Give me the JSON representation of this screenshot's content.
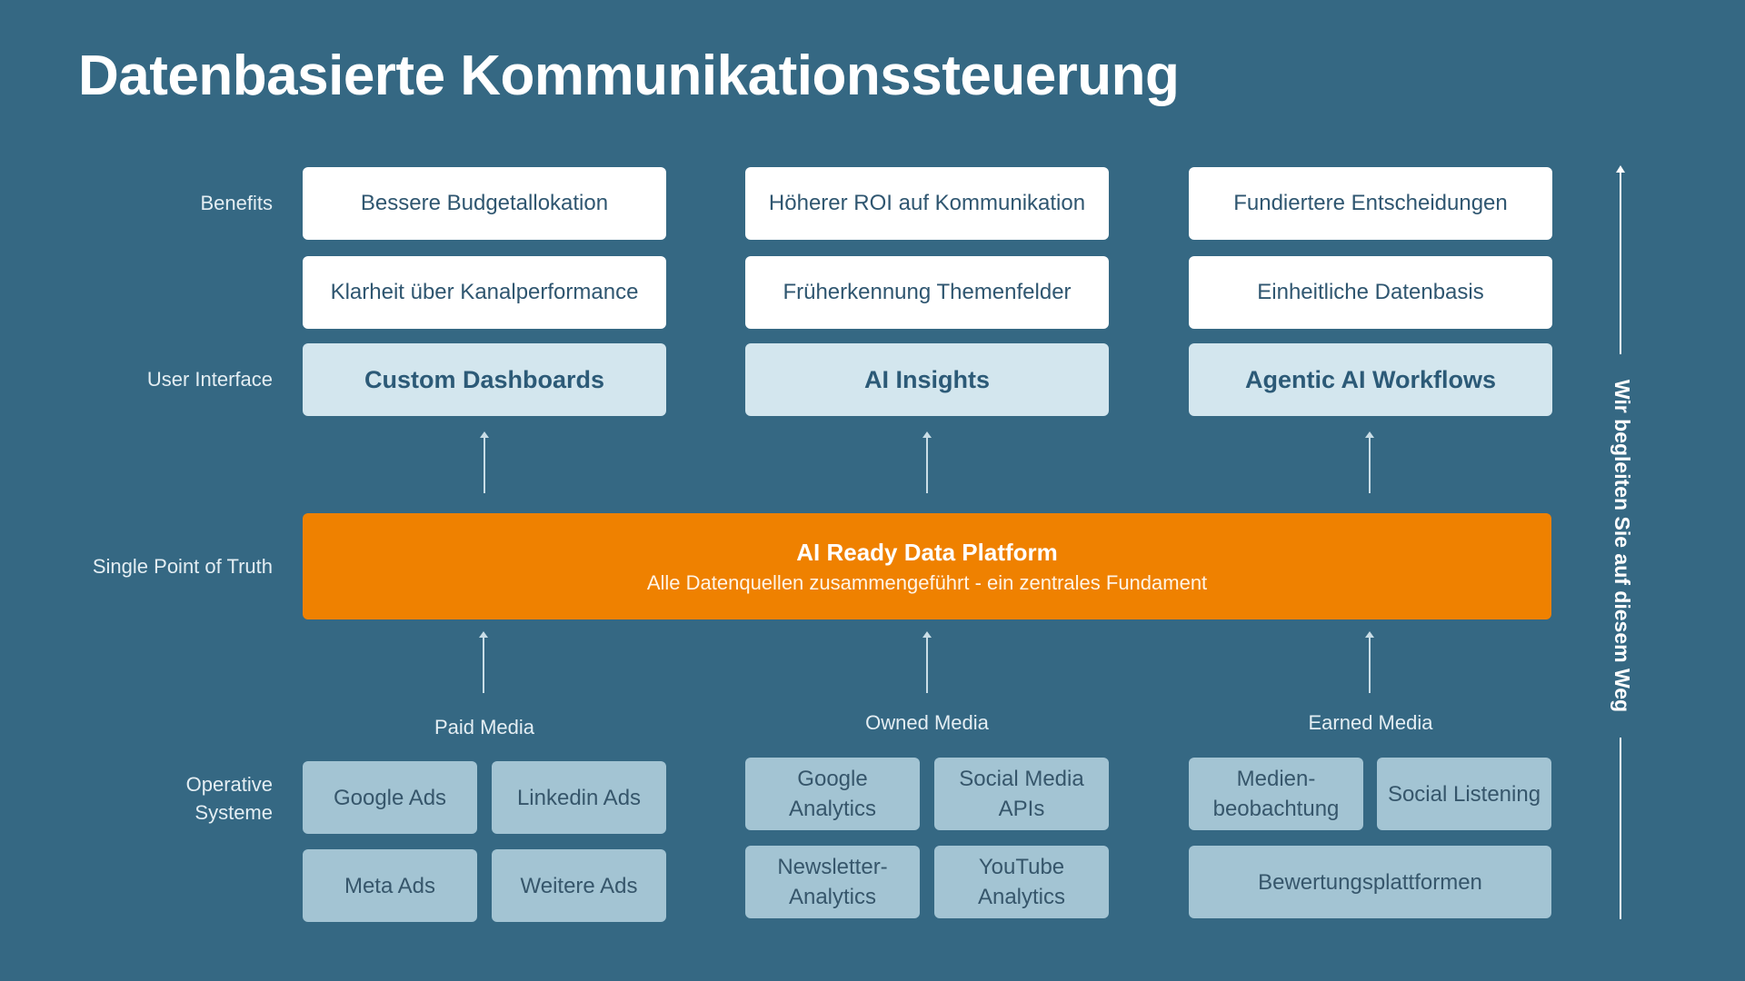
{
  "title": "Datenbasierte Kommunikationssteuerung",
  "row_labels": {
    "benefits": "Benefits",
    "user_interface": "User Interface",
    "single_point": "Single Point of Truth",
    "operative_line1": "Operative",
    "operative_line2": "Systeme"
  },
  "benefits": {
    "row1": [
      "Bessere Budgetallokation",
      "Höherer ROI auf Kommunikation",
      "Fundiertere Entscheidungen"
    ],
    "row2": [
      "Klarheit über Kanalperformance",
      "Früherkennung Themenfelder",
      "Einheitliche Datenbasis"
    ]
  },
  "user_interface": [
    "Custom Dashboards",
    "AI Insights",
    "Agentic AI Workflows"
  ],
  "platform": {
    "title": "AI Ready Data Platform",
    "subtitle": "Alle Datenquellen zusammengeführt - ein zentrales Fundament"
  },
  "groups": {
    "paid": {
      "label": "Paid Media",
      "items": [
        "Google Ads",
        "Linkedin Ads",
        "Meta Ads",
        "Weitere Ads"
      ]
    },
    "owned": {
      "label": "Owned Media",
      "items": [
        [
          "Google",
          "Analytics"
        ],
        [
          "Social Media",
          "APIs"
        ],
        [
          "Newsletter-",
          "Analytics"
        ],
        [
          "YouTube",
          "Analytics"
        ]
      ]
    },
    "earned": {
      "label": "Earned Media",
      "items": [
        [
          "Medien-",
          "beobachtung"
        ],
        [
          "Social Listening"
        ],
        [
          "Bewertungsplattformen"
        ]
      ]
    }
  },
  "side_text": "Wir begleiten Sie auf diesem Weg",
  "colors": {
    "background": "#356883",
    "platform": "#ef8100",
    "ui_box": "#d3e6ee",
    "source_box": "#a3c4d3",
    "benefit_box": "#ffffff"
  }
}
